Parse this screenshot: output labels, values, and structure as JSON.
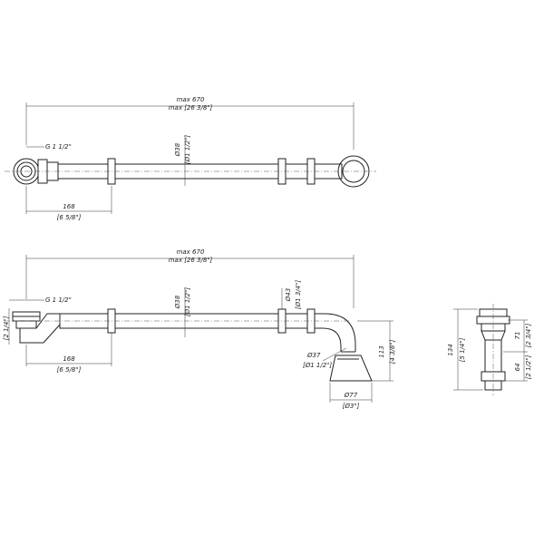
{
  "view_top": {
    "overall_dim": "max 670",
    "overall_dim_inch": "max [26 3/8\"]",
    "thread_label": "G 1 1/2\"",
    "pipe_dia": "Ø38",
    "pipe_dia_inch": "[Ø1 1/2\"]",
    "offset_dim": "168",
    "offset_dim_inch": "[6 5/8\"]"
  },
  "view_front": {
    "overall_dim": "max 670",
    "overall_dim_inch": "max [26 3/8\"]",
    "thread_label": "G 1 1/2\"",
    "left_height_inch": "[2 1/4\"]",
    "pipe_dia": "Ø38",
    "pipe_dia_inch": "[Ø1 1/2\"]",
    "sleeve_dia": "Ø43",
    "sleeve_dia_inch": "[Ø1 3/4\"]",
    "offset_dim": "168",
    "offset_dim_inch": "[6 5/8\"]",
    "elbow_dia": "Ø37",
    "elbow_dia_inch": "[Ø1 1/2\"]",
    "drop_dim": "113",
    "drop_dim_inch": "[4 3/8\"]",
    "flange_dia": "Ø77",
    "flange_dia_inch": "[Ø3\"]"
  },
  "view_side": {
    "height_dim": "134",
    "height_dim_inch": "[5 1/4\"]",
    "upper_dim": "71",
    "upper_dim_inch": "[2 3/4\"]",
    "lower_dim": "64",
    "lower_dim_inch": "[2 1/2\"]"
  }
}
